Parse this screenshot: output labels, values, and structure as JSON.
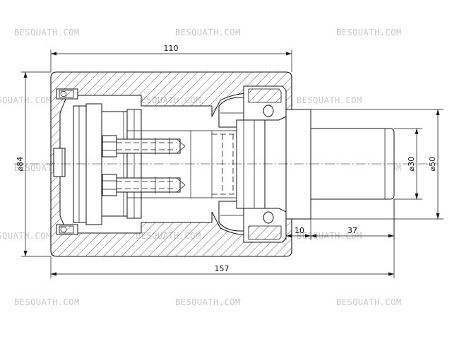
{
  "watermark": {
    "text": "BESQUATH.COM"
  },
  "dimensions": {
    "top_length": "110",
    "overall_length": "157",
    "outer_diameter": "⌀84",
    "shaft_diameter_small": "⌀30",
    "shaft_diameter_large": "⌀50",
    "shoulder_length": "10",
    "shaft_length": "37"
  },
  "colors": {
    "line": "#111111",
    "watermark": "#c8c8c8",
    "background": "#ffffff"
  }
}
